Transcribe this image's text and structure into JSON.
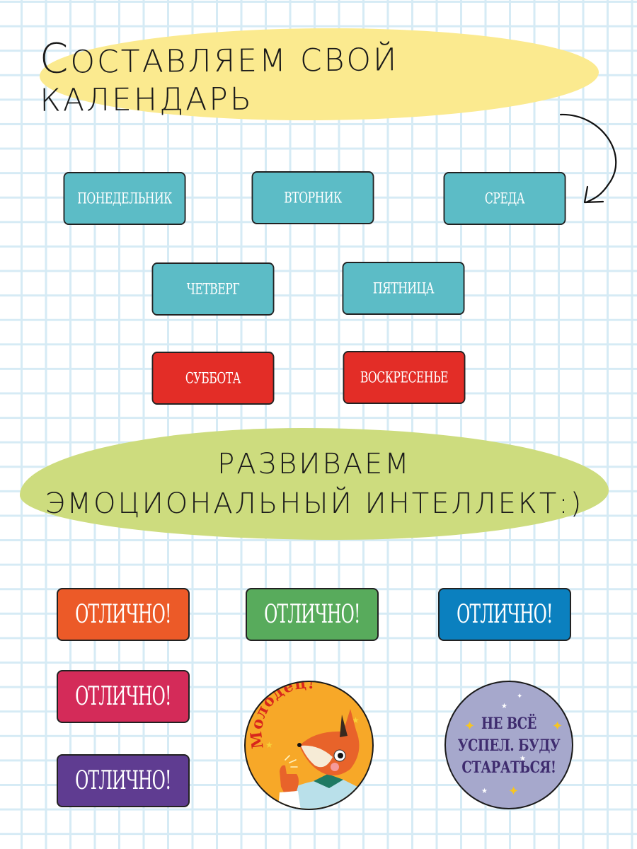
{
  "heading_calendar": {
    "title": "Составляем свой календарь",
    "background_color": "#fbea8f"
  },
  "days": {
    "weekdays": [
      {
        "label": "Понедельник",
        "color": "#5cbcc6"
      },
      {
        "label": "Вторник",
        "color": "#5cbcc6"
      },
      {
        "label": "Среда",
        "color": "#5cbcc6"
      },
      {
        "label": "Четверг",
        "color": "#5cbcc6"
      },
      {
        "label": "Пятница",
        "color": "#5cbcc6"
      }
    ],
    "weekend": [
      {
        "label": "Суббота",
        "color": "#e32d27"
      },
      {
        "label": "Воскресенье",
        "color": "#e32d27"
      }
    ]
  },
  "heading_emotions": {
    "line1": "Развиваем",
    "line2": "эмоциональный интеллект:)",
    "background_color": "#cddc7e"
  },
  "praise_cards": [
    {
      "label": "Отлично!",
      "color": "#ec5a28"
    },
    {
      "label": "Отлично!",
      "color": "#58ab5c"
    },
    {
      "label": "Отлично!",
      "color": "#0b80bf"
    },
    {
      "label": "Отлично!",
      "color": "#d42b59"
    },
    {
      "label": "Отлично!",
      "color": "#5f3c91"
    }
  ],
  "badges": {
    "fox": {
      "text": "Молодец!",
      "color": "#f7a828",
      "icon": "fox-thumbs-up"
    },
    "stars": {
      "line1": "Не всё",
      "line2": "успел. Буду",
      "line3": "стараться!",
      "color": "#a6a8cc",
      "icon": "sparkle-stars"
    }
  }
}
